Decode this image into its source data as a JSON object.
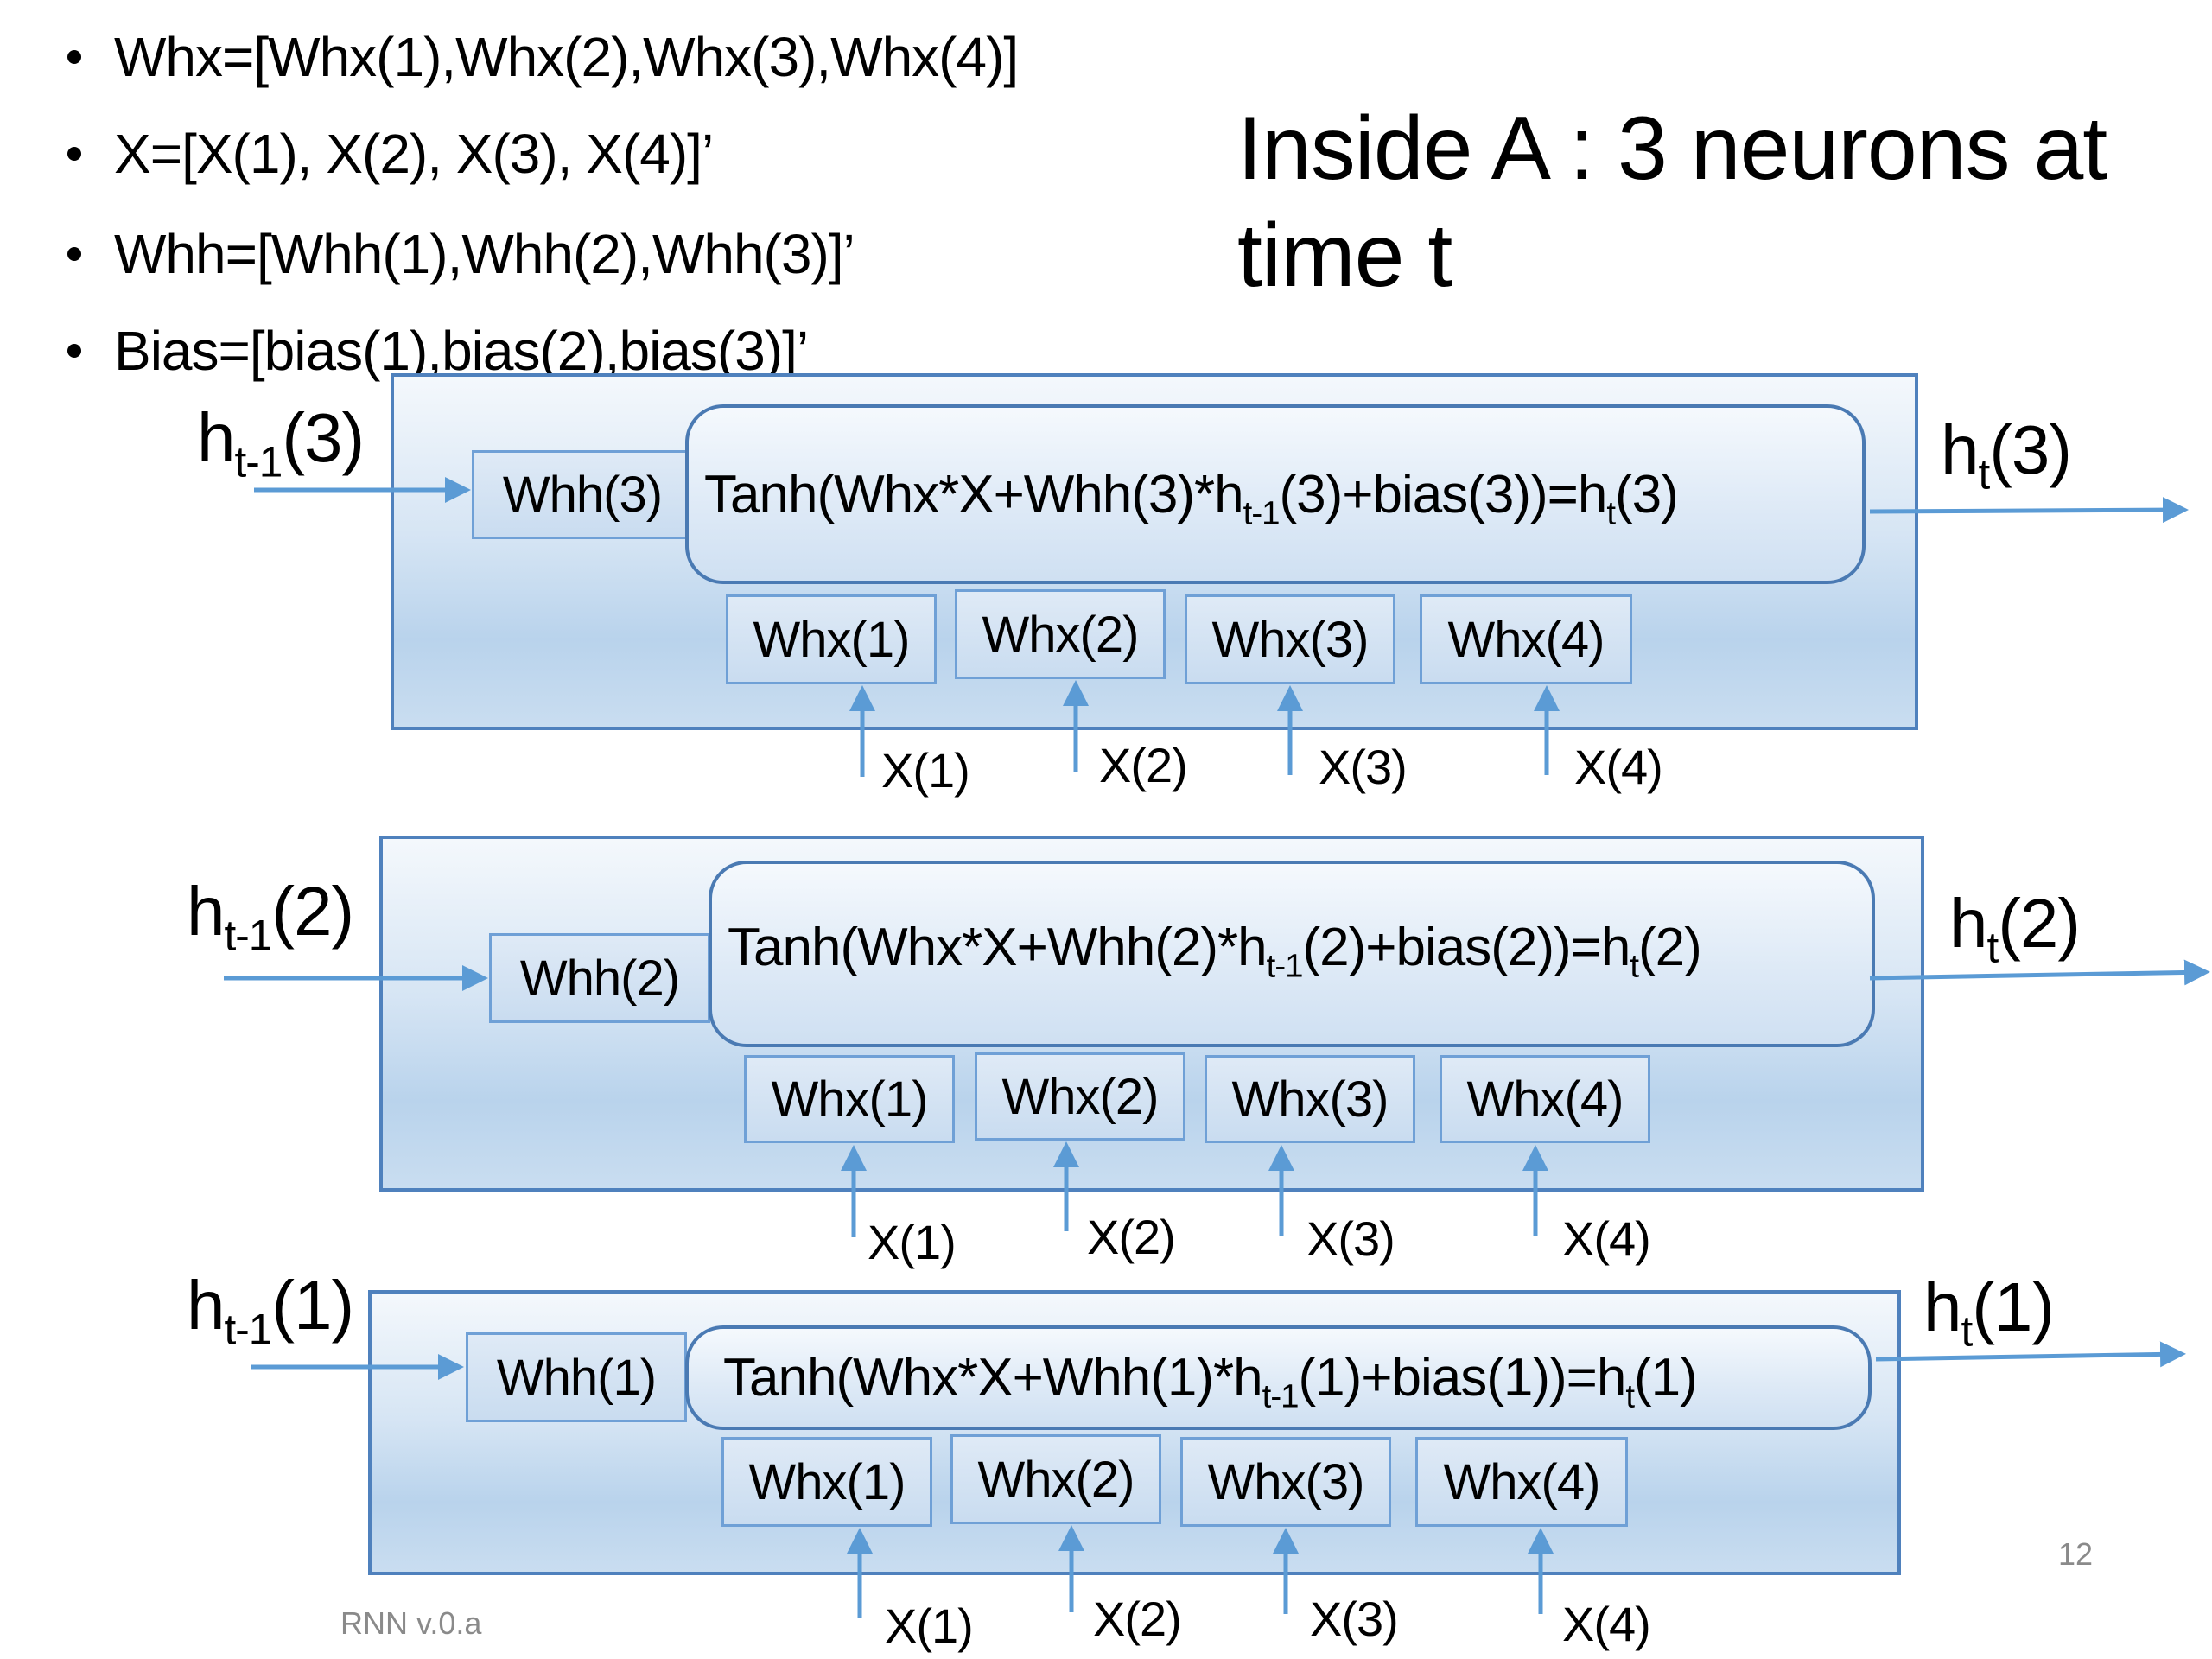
{
  "bullets": [
    "Whx=[Whx(1),Whx(2),Whx(3),Whx(4)]",
    "X=[X(1), X(2), X(3), X(4)]’",
    "Whh=[Whh(1),Whh(2),Whh(3)]’",
    "Bias=[bias(1),bias(2),bias(3)]’"
  ],
  "title": {
    "line1": "Inside A : 3 neurons at",
    "line2": "time t"
  },
  "neurons": [
    {
      "index": "3",
      "input_h": {
        "base": "h",
        "sub": "t-1",
        "arg": "(3)"
      },
      "output_h": {
        "base": "h",
        "sub": "t",
        "arg": "(3)"
      },
      "whh_label": "Whh(3)",
      "formula": {
        "p1": "Tanh(Whx*X+Whh(3)*h",
        "s1": "t-1",
        "p2": "(3)+bias(3))=h",
        "s2": "t",
        "p3": "(3)"
      },
      "whx_labels": [
        "Whx(1)",
        "Whx(2)",
        "Whx(3)",
        "Whx(4)"
      ],
      "x_labels": [
        "X(1)",
        "X(2)",
        "X(3)",
        "X(4)"
      ]
    },
    {
      "index": "2",
      "input_h": {
        "base": "h",
        "sub": "t-1",
        "arg": "(2)"
      },
      "output_h": {
        "base": "h",
        "sub": "t",
        "arg": "(2)"
      },
      "whh_label": "Whh(2)",
      "formula": {
        "p1": "Tanh(Whx*X+Whh(2)*h",
        "s1": "t-1",
        "p2": "(2)+bias(2))=h",
        "s2": "t",
        "p3": "(2)"
      },
      "whx_labels": [
        "Whx(1)",
        "Whx(2)",
        "Whx(3)",
        "Whx(4)"
      ],
      "x_labels": [
        "X(1)",
        "X(2)",
        "X(3)",
        "X(4)"
      ]
    },
    {
      "index": "1",
      "input_h": {
        "base": "h",
        "sub": "t-1",
        "arg": "(1)"
      },
      "output_h": {
        "base": "h",
        "sub": "t",
        "arg": "(1)"
      },
      "whh_label": "Whh(1)",
      "formula": {
        "p1": "Tanh(Whx*X+Whh(1)*h",
        "s1": "t-1",
        "p2": "(1)+bias(1))=h",
        "s2": "t",
        "p3": "(1)"
      },
      "whx_labels": [
        "Whx(1)",
        "Whx(2)",
        "Whx(3)",
        "Whx(4)"
      ],
      "x_labels": [
        "X(1)",
        "X(2)",
        "X(3)",
        "X(4)"
      ]
    }
  ],
  "footer": {
    "left": "RNN v.0.a",
    "page_number": "12"
  },
  "colors": {
    "arrow": "#5b9bd5",
    "box_border": "#4f81bd"
  }
}
